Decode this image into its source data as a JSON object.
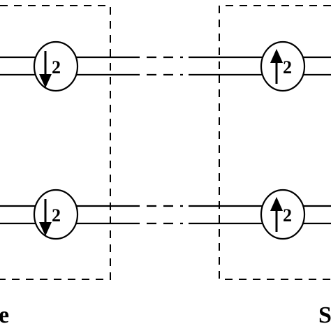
{
  "diagram": {
    "nodes": [
      {
        "id": "top-left",
        "spin": "down",
        "label": "2"
      },
      {
        "id": "top-right",
        "spin": "up",
        "label": "2"
      },
      {
        "id": "bottom-left",
        "spin": "down",
        "label": "2"
      },
      {
        "id": "bottom-right",
        "spin": "up",
        "label": "2"
      }
    ],
    "labels": {
      "left": "e",
      "right": "S"
    }
  }
}
